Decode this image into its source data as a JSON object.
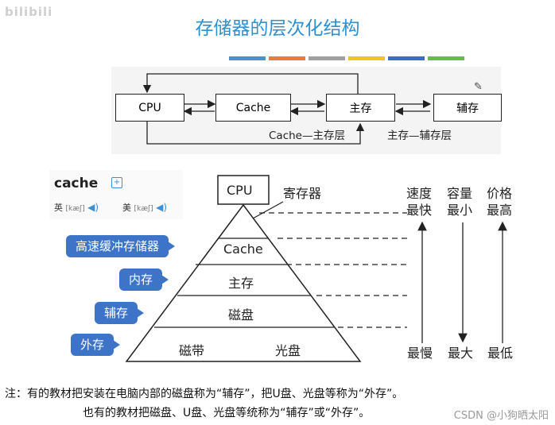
{
  "watermark": "bilibili",
  "title": "存储器的层次化结构",
  "title_bar_colors": [
    "#4a8fd1",
    "#ec7a3a",
    "#a0a0a0",
    "#f2c22c",
    "#3e6bc4",
    "#6dbb46"
  ],
  "top_diagram": {
    "boxes": {
      "cpu": "CPU",
      "cache": "Cache",
      "main": "主存",
      "aux": "辅存"
    },
    "label_cache_main": "Cache—主存层",
    "label_main_aux": "主存—辅存层"
  },
  "dictionary": {
    "word": "cache",
    "uk_label": "英",
    "uk_phonetic": "[kæʃ]",
    "us_label": "美",
    "us_phonetic": "[kæʃ]"
  },
  "pyramid": {
    "top": "CPU",
    "register_label": "寄存器",
    "level_cache": "Cache",
    "level_main": "主存",
    "level_disk": "磁盘",
    "level_tape": "磁带",
    "level_optical": "光盘"
  },
  "callouts": {
    "cache": "高速缓冲存储器",
    "main": "内存",
    "aux": "辅存",
    "ext": "外存"
  },
  "columns": [
    {
      "header": "速度",
      "top": "最快",
      "bottom": "最慢"
    },
    {
      "header": "容量",
      "top": "最小",
      "bottom": "最大"
    },
    {
      "header": "价格",
      "top": "最高",
      "bottom": "最低"
    }
  ],
  "notes": {
    "line1": "注：有的教材把安装在电脑内部的磁盘称为“辅存”，把U盘、光盘等称为“外存”。",
    "line2": "也有的教材把磁盘、U盘、光盘等统称为“辅存”或“外存”。"
  },
  "credit": "CSDN @小狗晒太阳"
}
